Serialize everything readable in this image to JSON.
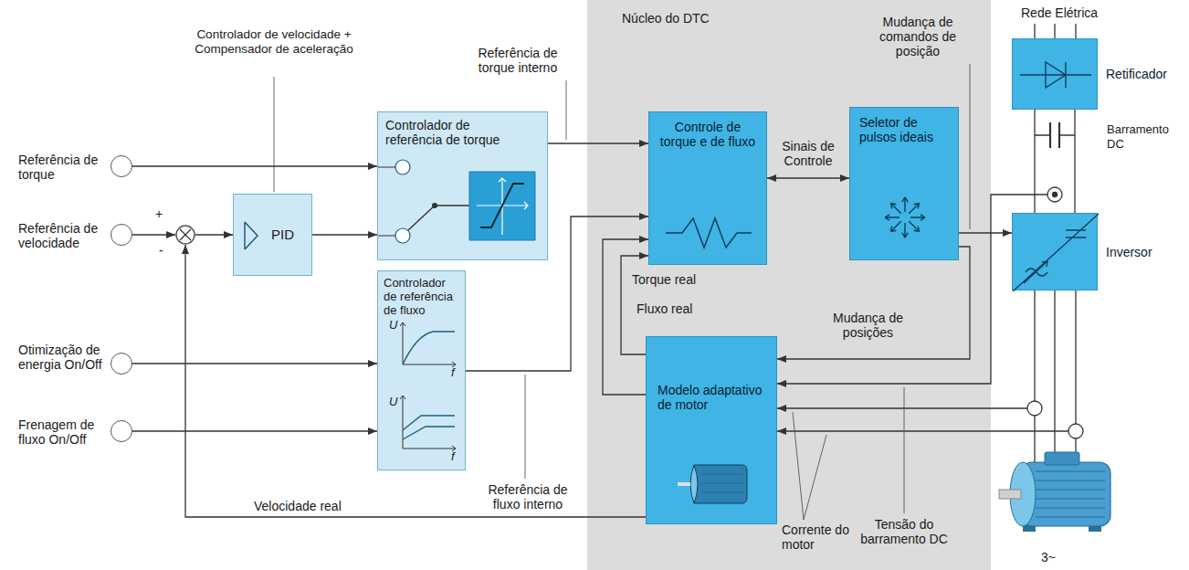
{
  "diagram": {
    "nodes": [
      {
        "text": [
          "Referência de torque"
        ]
      },
      {
        "text": [
          "Referência de velocidade"
        ]
      },
      {
        "text": [
          "+",
          "-"
        ]
      },
      {
        "text": [
          "PID"
        ]
      },
      {
        "text": [
          "Otimização de energia On/Off"
        ]
      },
      {
        "text": [
          "Frenagem de fluxo On/Off"
        ]
      },
      {
        "text": [
          "Controlador de referência de torque"
        ]
      },
      {
        "text": [
          "Controlador de referência de fluxo"
        ]
      },
      {
        "text": [
          "Núcleo do DTC"
        ]
      },
      {
        "text": [
          "Controle de torque e de fluxo"
        ],
        "in": 8
      },
      {
        "text": [
          "Seletor de pulsos ideais"
        ],
        "in": 8
      },
      {
        "text": [
          "Modelo adaptativo de motor"
        ],
        "in": 8
      },
      {
        "text": [
          "Retificador"
        ]
      },
      {
        "text": [
          "Inversor"
        ]
      }
    ],
    "edges": [
      {
        "from": 0,
        "to": 6,
        "arrow": "to"
      },
      {
        "from": 1,
        "to": 2,
        "arrow": "to"
      },
      {
        "from": 2,
        "to": 3,
        "arrow": "to"
      },
      {
        "from": 3,
        "to": 6,
        "arrow": "to"
      },
      {
        "from": 4,
        "to": 7,
        "arrow": "to"
      },
      {
        "from": 5,
        "to": 7,
        "arrow": "to"
      },
      {
        "from": 6,
        "to": 9,
        "arrow": "to"
      },
      {
        "from": 7,
        "to": 9,
        "arrow": "to"
      },
      {
        "from": 11,
        "to": 9,
        "label": "Torque real",
        "arrow": "to"
      },
      {
        "from": 11,
        "to": 9,
        "label": "Fluxo real",
        "arrow": "to"
      },
      {
        "from": 9,
        "to": 10,
        "label": "Sinais de Controle",
        "arrow": "both"
      },
      {
        "from": 10,
        "to": 13,
        "arrow": "to"
      },
      {
        "from": 10,
        "to": 11,
        "label": "Mudança de posições",
        "arrow": "to"
      },
      {
        "from": 11,
        "to": 2,
        "label": "Velocidade real",
        "arrow": "to"
      },
      {
        "from": 12,
        "to": 13,
        "arrow": "none"
      }
    ],
    "labels": [
      "Controlador de velocidade + Compensador de aceleração",
      "Referência de torque interno",
      "Referência de fluxo interno",
      "U",
      "f",
      "U",
      "f",
      "Mudança de comandos de posição",
      "Rede Elétrica",
      "Barramento DC",
      "Corrente do motor",
      "Tensão do barramento DC",
      "3~"
    ]
  }
}
